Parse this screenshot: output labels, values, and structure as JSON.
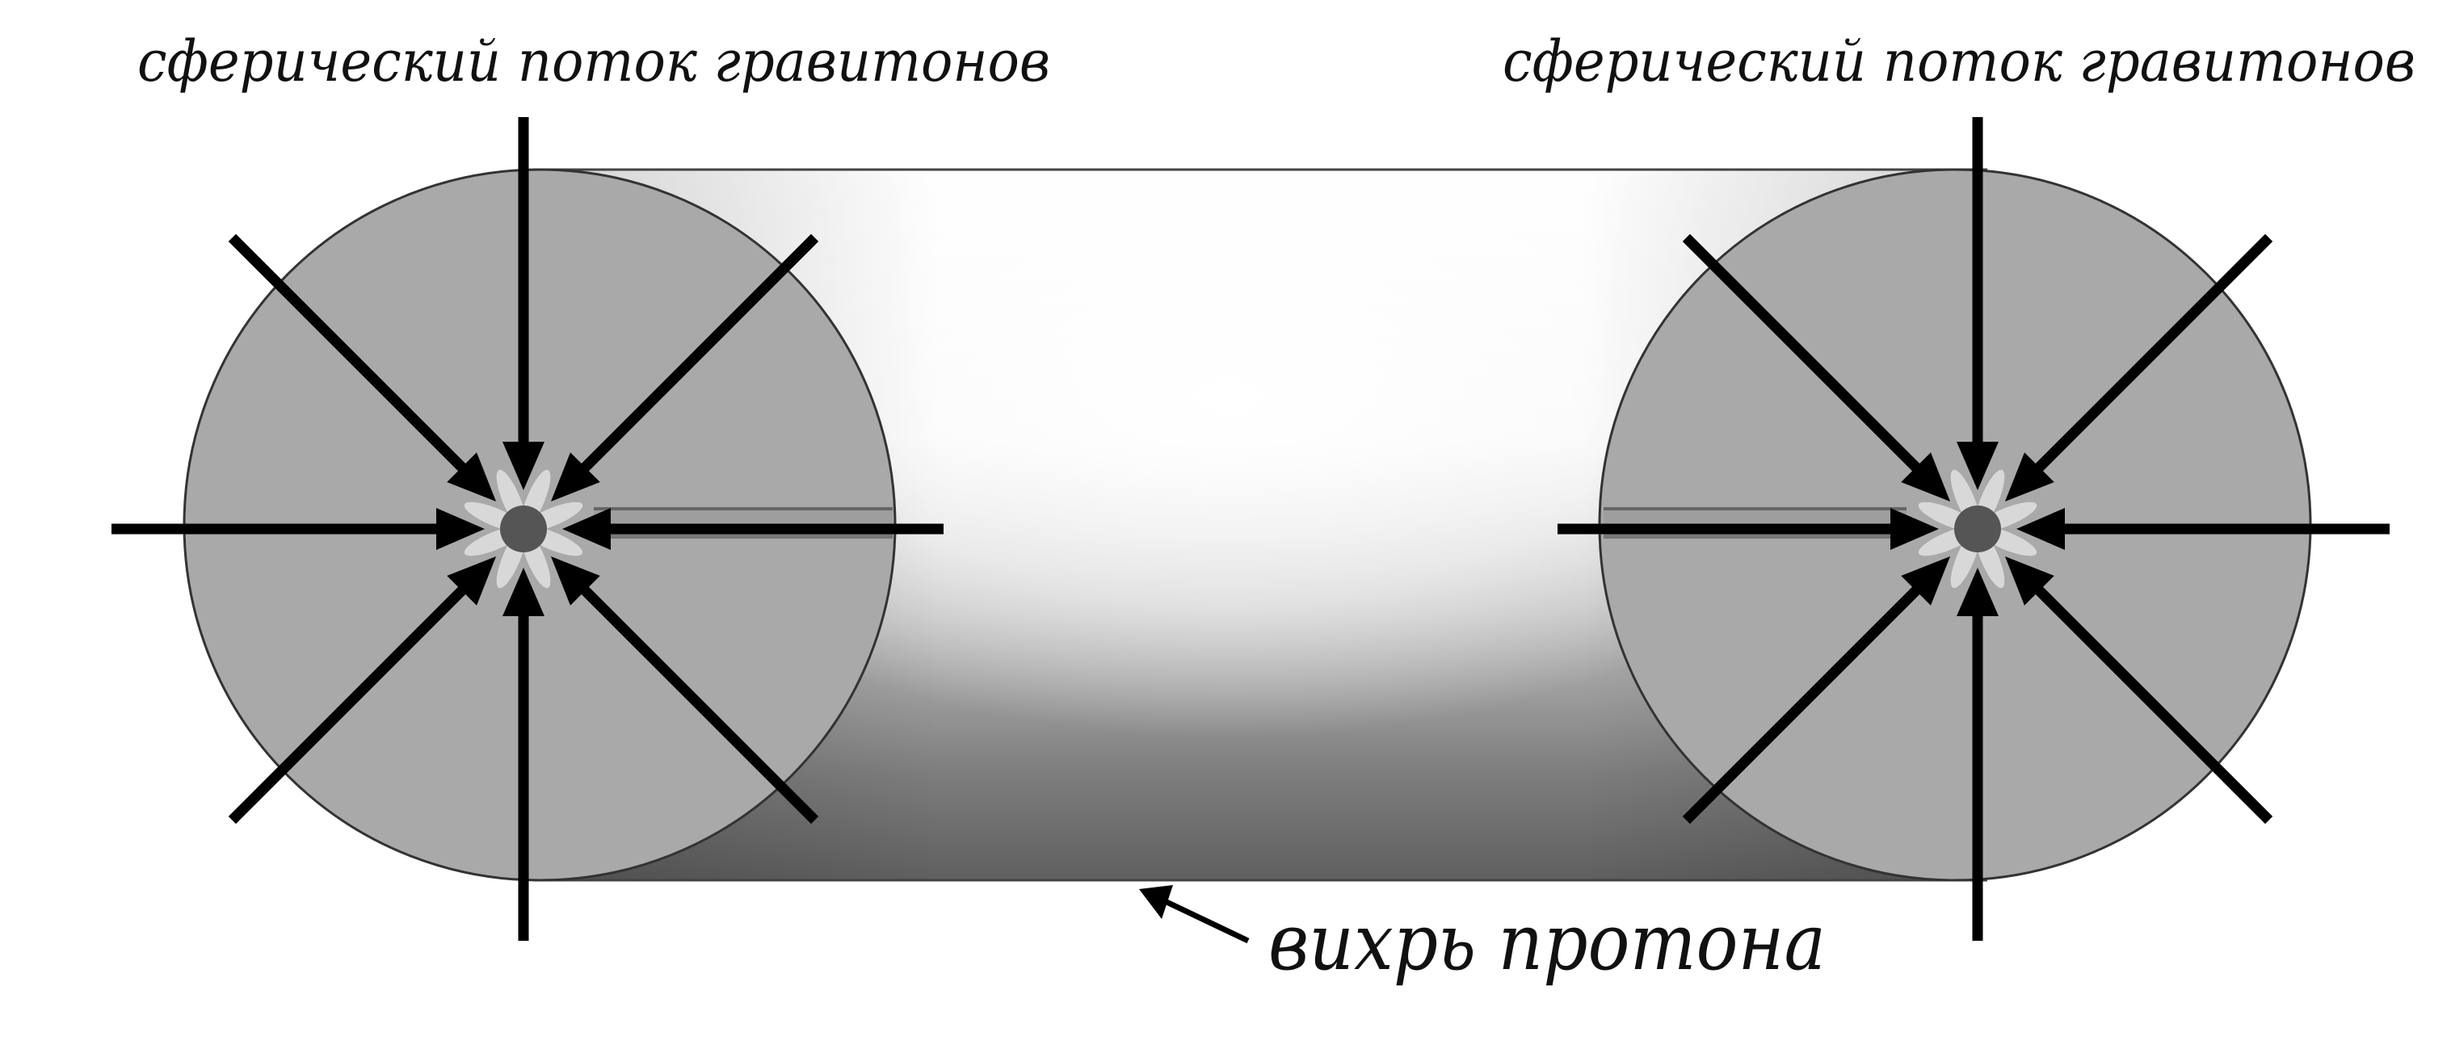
{
  "labels": {
    "left_flux": "сферический поток гравитонов",
    "right_flux": "сферический поток гравитонов",
    "vortex": "вихрь протона"
  },
  "colors": {
    "sphere_fill": "#a9a9a9",
    "sphere_outline": "#333333",
    "arrow": "#000000",
    "core": "#555555",
    "text": "#111111"
  },
  "arrow_directions_per_sphere": 8
}
